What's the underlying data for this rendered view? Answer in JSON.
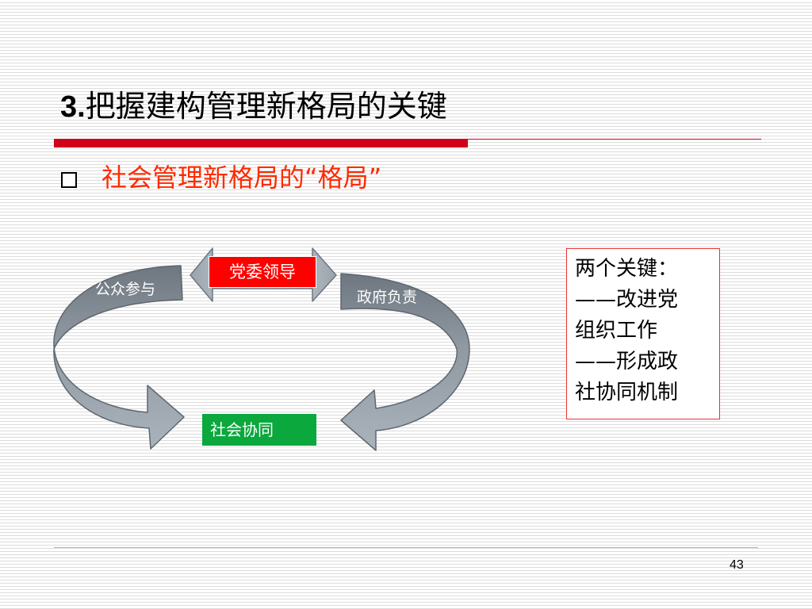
{
  "slide": {
    "title_num": "3.",
    "title_text": "把握建构管理新格局的关键",
    "bullet": "社会管理新格局的“格局”",
    "page_number": "43"
  },
  "cycle": {
    "top": "党委领导",
    "left": "公众参与",
    "right": "政府负责",
    "bottom": "社会协同"
  },
  "key_box": {
    "lines": [
      "两个关键：",
      "——改进党",
      "组织工作",
      "——形成政",
      "社协同机制"
    ]
  },
  "colors": {
    "accent_red": "#d0021b",
    "bullet_red": "#ff2a00",
    "label_red": "#ff0000",
    "label_green": "#0aa83d",
    "arrow_gray": "#8c959e"
  }
}
